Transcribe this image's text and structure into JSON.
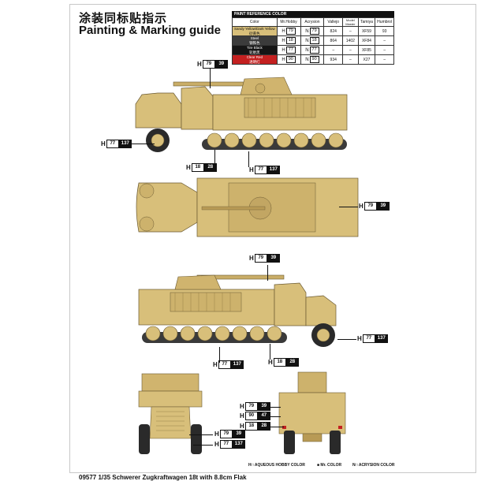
{
  "title_cn": "涂装同标贴指示",
  "title_en": "Painting & Marking guide",
  "reference": {
    "header": "PAINT   REFERENCE COLOR",
    "columns": [
      "Color",
      "Mr.Hobby",
      "Acrysion",
      "Vallejo",
      "Model Master",
      "Tamiya",
      "Humbrol"
    ],
    "rows": [
      {
        "name": "Sandy Yellow/Dark Yellow",
        "name_cn": "砂黄色",
        "swatch": "#d8bf7a",
        "text_color": "#111",
        "hobby_letter": "H",
        "hobby_code": "79",
        "acry_letter": "N",
        "acry_code": "79",
        "vallejo": "824",
        "model_master": "–",
        "tamiya": "XF59",
        "humbrol": "93"
      },
      {
        "name": "Steel",
        "name_cn": "钢铁色",
        "swatch": "#3b3b3b",
        "text_color": "#fff",
        "hobby_letter": "H",
        "hobby_code": "18",
        "acry_letter": "N",
        "acry_code": "18",
        "vallejo": "864",
        "model_master": "1402",
        "tamiya": "XF84",
        "humbrol": "–"
      },
      {
        "name": "Tire Black",
        "name_cn": "轮胎黑",
        "swatch": "#151515",
        "text_color": "#fff",
        "hobby_letter": "H",
        "hobby_code": "77",
        "acry_letter": "N",
        "acry_code": "77",
        "vallejo": "–",
        "model_master": "–",
        "tamiya": "XF85",
        "humbrol": "–"
      },
      {
        "name": "Clear Red",
        "name_cn": "透明红",
        "swatch": "#c42020",
        "text_color": "#fff",
        "hobby_letter": "H",
        "hobby_code": "90",
        "acry_letter": "N",
        "acry_code": "90",
        "vallejo": "934",
        "model_master": "–",
        "tamiya": "X27",
        "humbrol": "–"
      }
    ]
  },
  "callouts": {
    "side1_top": {
      "letter": "H",
      "code": "79",
      "code2": "39"
    },
    "side1_left": {
      "letter": "H",
      "code": "77",
      "code2": "137"
    },
    "side1_b1": {
      "letter": "H",
      "code": "18",
      "code2": "28"
    },
    "side1_b2": {
      "letter": "H",
      "code": "77",
      "code2": "137"
    },
    "top_right": {
      "letter": "H",
      "code": "79",
      "code2": "39"
    },
    "side2_top": {
      "letter": "H",
      "code": "79",
      "code2": "39"
    },
    "side2_right": {
      "letter": "H",
      "code": "77",
      "code2": "137"
    },
    "side2_b1": {
      "letter": "H",
      "code": "77",
      "code2": "137"
    },
    "side2_b2": {
      "letter": "H",
      "code": "18",
      "code2": "28"
    },
    "front1": {
      "letter": "H",
      "code": "79",
      "code2": "39"
    },
    "front2": {
      "letter": "H",
      "code": "77",
      "code2": "137"
    },
    "rear1": {
      "letter": "H",
      "code": "79",
      "code2": "39"
    },
    "rear2": {
      "letter": "H",
      "code": "90",
      "code2": "47"
    },
    "rear3": {
      "letter": "H",
      "code": "18",
      "code2": "28"
    }
  },
  "legend": {
    "h_label": "H□ AQUEOUS HOBBY COLOR",
    "m_label": "■ Mr. COLOR",
    "n_label": "N□ ACRYSION COLOR"
  },
  "footer": "09577  1/35 Schwerer Zugkraftwagen 18t with 8.8cm Flak",
  "colors": {
    "sand": "#d8bf7a",
    "sand_dark": "#b89a55",
    "tire": "#2a2a2a",
    "steel": "#555"
  }
}
